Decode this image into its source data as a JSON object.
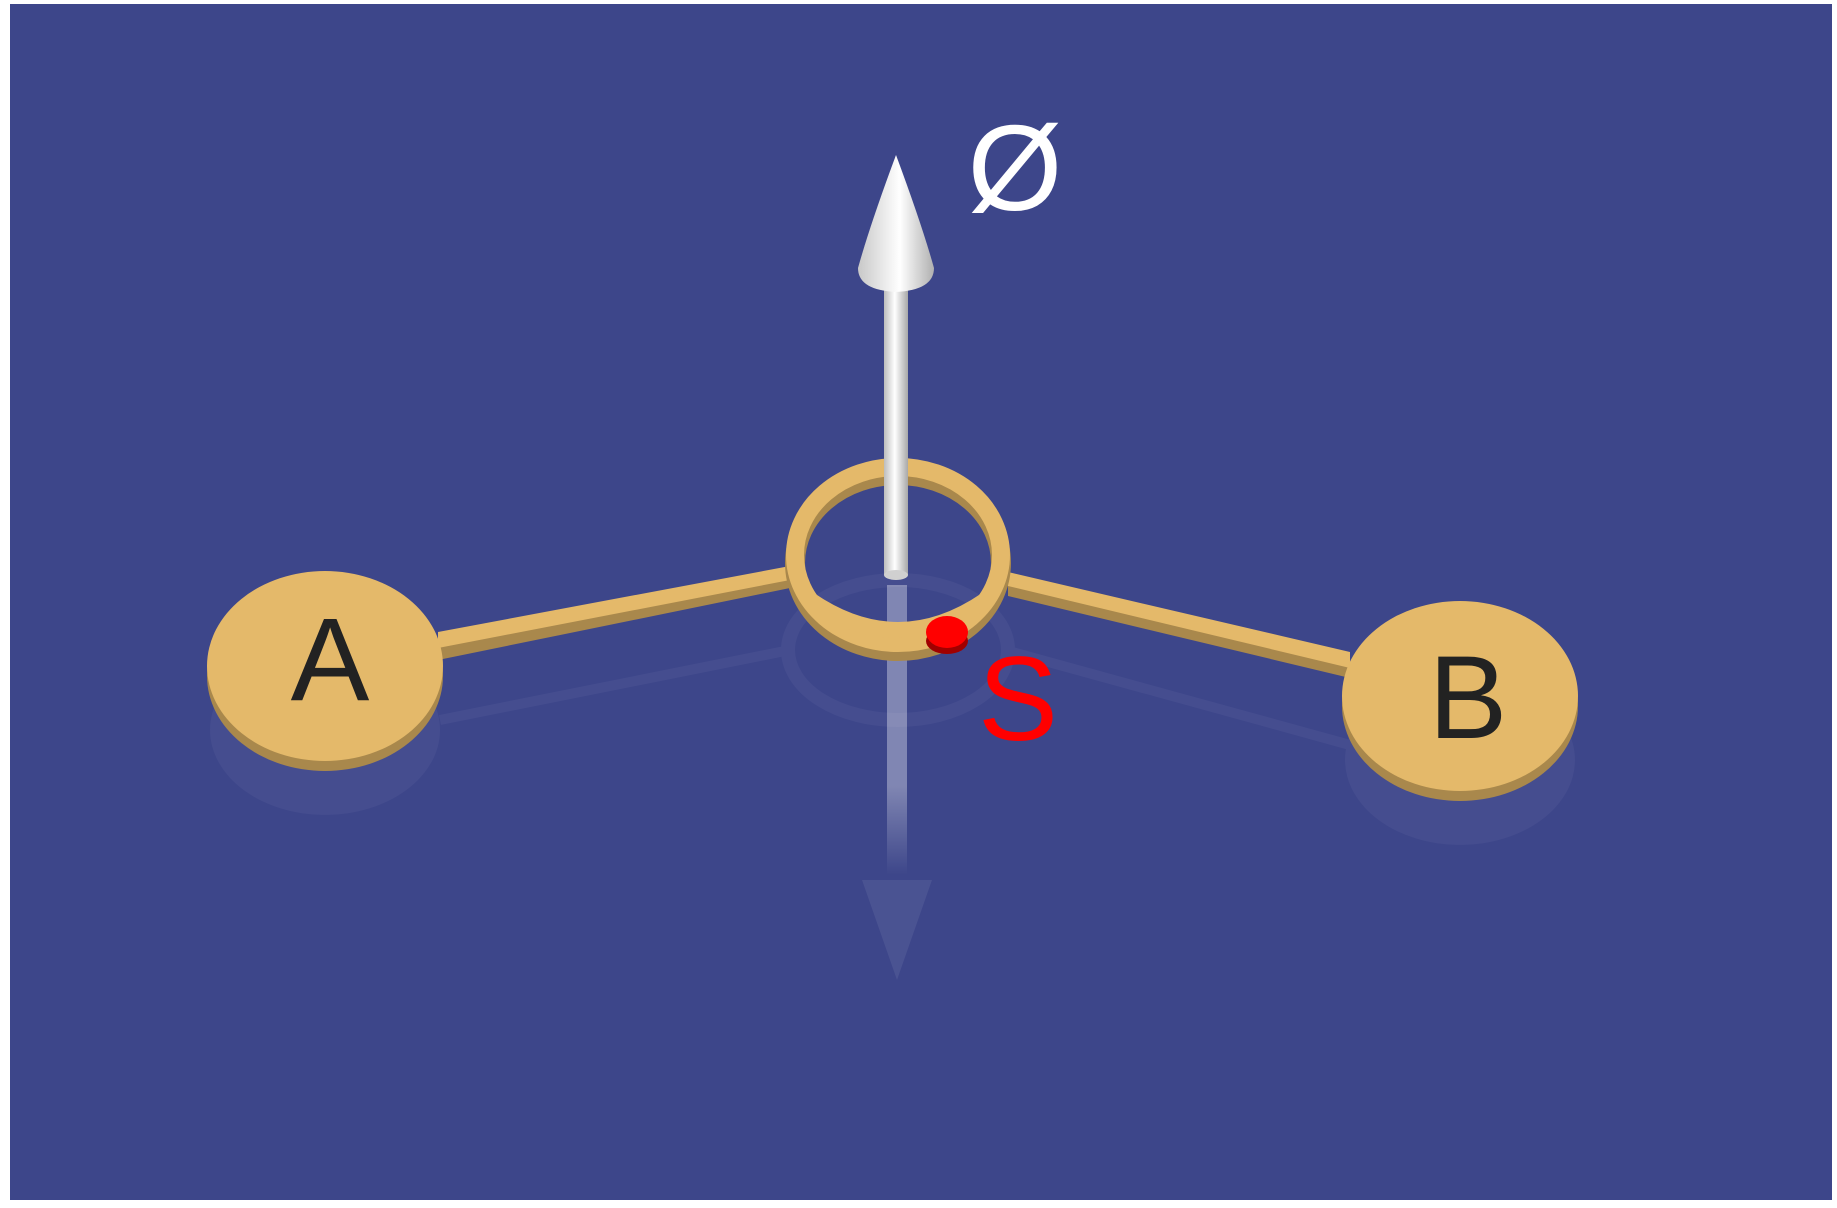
{
  "labels": {
    "node_a": "A",
    "node_b": "B",
    "axis": "Ø",
    "point": "S"
  },
  "colors": {
    "background": "#3d468a",
    "gold": "#e4b96a",
    "gold_dark": "#a9884c",
    "label_dark": "#222222",
    "axis_white": "#f2f2f2",
    "point_red": "#ff0000"
  }
}
